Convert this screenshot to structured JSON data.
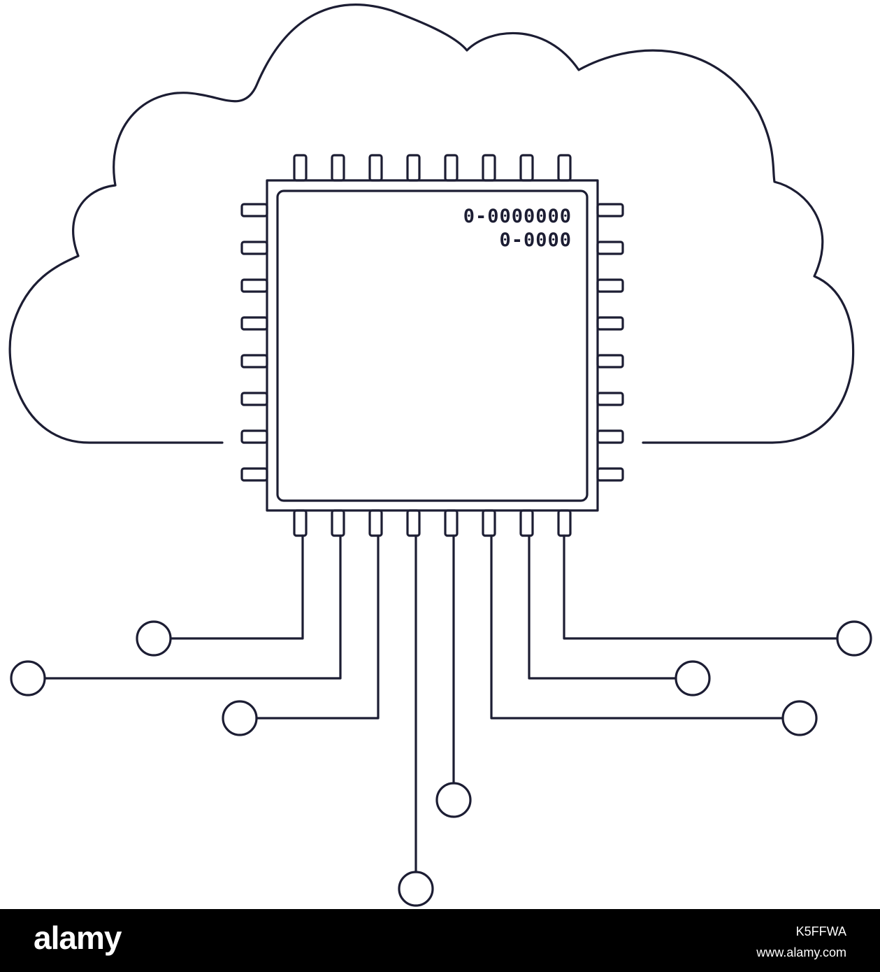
{
  "illustration": {
    "subject": "cloud with microchip and circuit traces",
    "line_color": "#1c1d33",
    "background_color": "#ffffff",
    "chip_code_line_1": "0-0000000",
    "chip_code_line_2": "0-0000"
  },
  "watermark": {
    "bar_color": "#000000",
    "logo_text": "alamy",
    "image_id": "K5FFWA",
    "site_url": "www.alamy.com"
  }
}
